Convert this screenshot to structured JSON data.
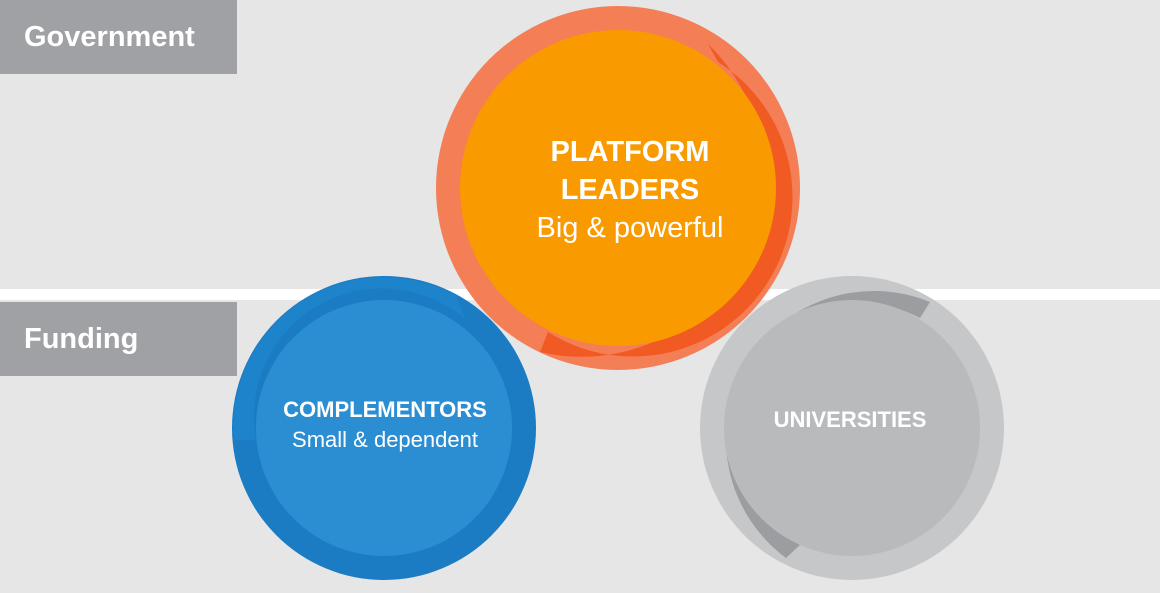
{
  "bands": {
    "top_label": "Government",
    "bottom_label": "Funding"
  },
  "nodes": {
    "platform": {
      "title_line1": "PLATFORM",
      "title_line2": "LEADERS",
      "subtitle": "Big & powerful"
    },
    "complementors": {
      "title": "COMPLEMENTORS",
      "subtitle": "Small & dependent"
    },
    "universities": {
      "title": "UNIVERSITIES"
    }
  },
  "colors": {
    "background": "#e6e6e7",
    "band_label": "#a0a1a4",
    "platform_ring_light": "#f47e55",
    "platform_ring_dark": "#f25a24",
    "platform_fill": "#f89a00",
    "complementors_ring": "#1b7cc4",
    "complementors_fill": "#2b8ed3",
    "universities_ring_light": "#c6c7c9",
    "universities_ring_dark": "#9c9da0",
    "universities_fill": "#b9babc"
  }
}
